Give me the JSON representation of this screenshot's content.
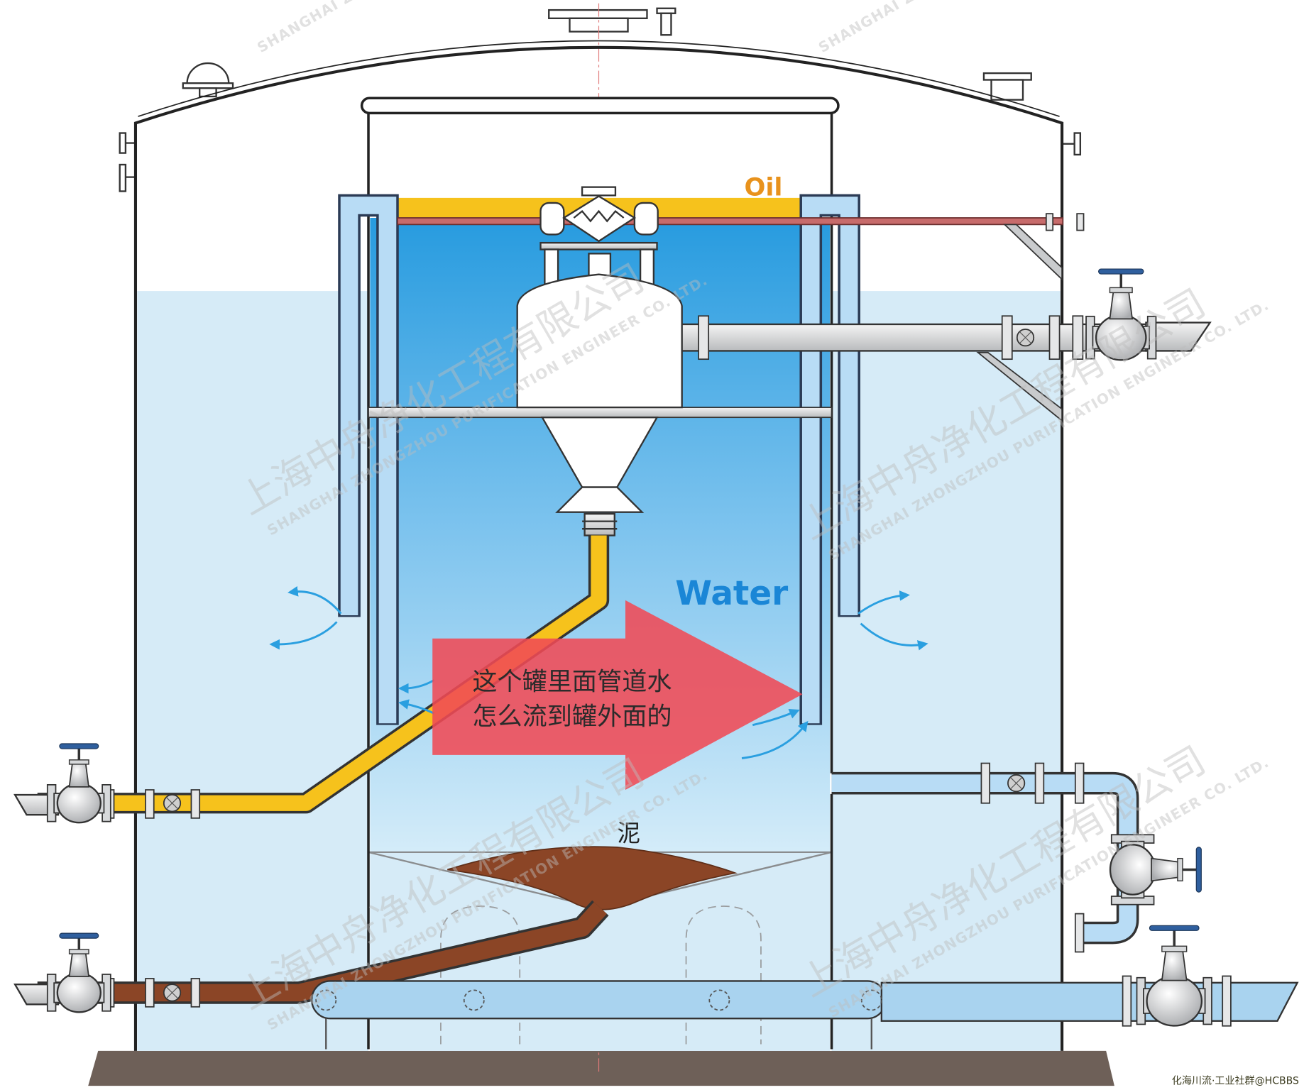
{
  "labels": {
    "oil": "Oil",
    "water": "Water",
    "mud": "泥"
  },
  "question": {
    "line1": "这个罐里面管道水",
    "line2": "怎么流到罐外面的"
  },
  "watermark": {
    "cn": "上海中舟净化工程有限公司",
    "en": "SHANGHAI ZHONGZHOU PURIFICATION ENGINEER CO. LTD."
  },
  "credit": "化海川流·工业社群@HCBBS",
  "colors": {
    "oil": "#f6c21c",
    "oil_label": "#e8921c",
    "water_label": "#1a86d6",
    "outer_water": "#d6ebf7",
    "tube": "#b8dcf5",
    "mud": "#8b4526",
    "arrow": "#f04a55",
    "question_text": "#2b2b2b",
    "credit": "#3b3b1f"
  }
}
